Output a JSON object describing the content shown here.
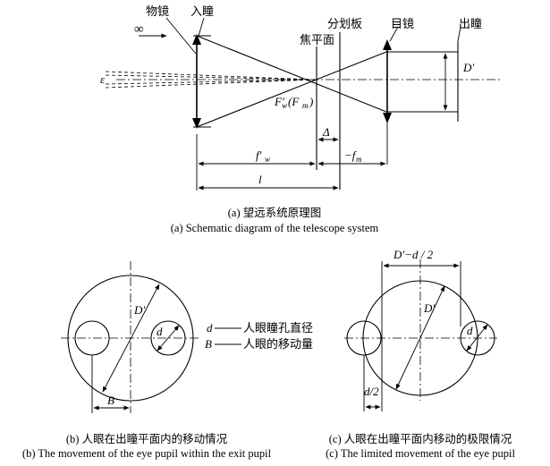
{
  "panel_a": {
    "label_objective": "物镜",
    "label_entrance_pupil": "入瞳",
    "label_infinity": "∞",
    "label_reticle": "分划板",
    "label_focal_plane": "焦平面",
    "label_eyepiece": "目镜",
    "label_exit_pupil": "出瞳",
    "label_epsilon": "ε",
    "label_D_prime": "D′",
    "label_focus_main": "F′",
    "label_focus_sub": "w",
    "label_focus_paren": "(F",
    "label_focus_paren_sub": "m",
    "label_focus_close": ")",
    "label_delta": "Δ",
    "label_fw": "f′",
    "label_fw_sub": "w",
    "label_fm": "−f",
    "label_fm_sub": "m",
    "label_l": "l",
    "caption_cn": "(a) 望远系统原理图",
    "caption_en": "(a) Schematic diagram of the telescope system"
  },
  "panel_b": {
    "label_D_prime": "D′",
    "label_d": "d",
    "label_B": "B",
    "legend_d_symbol": "d",
    "legend_d_text": "人眼瞳孔直径",
    "legend_B_symbol": "B",
    "legend_B_text": "人眼的移动量",
    "caption_cn": "(b) 人眼在出瞳平面内的移动情况",
    "caption_en": "(b) The movement of the eye pupil within the exit pupil"
  },
  "panel_c": {
    "label_top": "D′−d / 2",
    "label_D_prime": "D′",
    "label_d": "d",
    "label_half_d": "d/2",
    "caption_cn": "(c) 人眼在出瞳平面内移动的极限情况",
    "caption_en": "(c) The limited movement of the eye pupil"
  }
}
